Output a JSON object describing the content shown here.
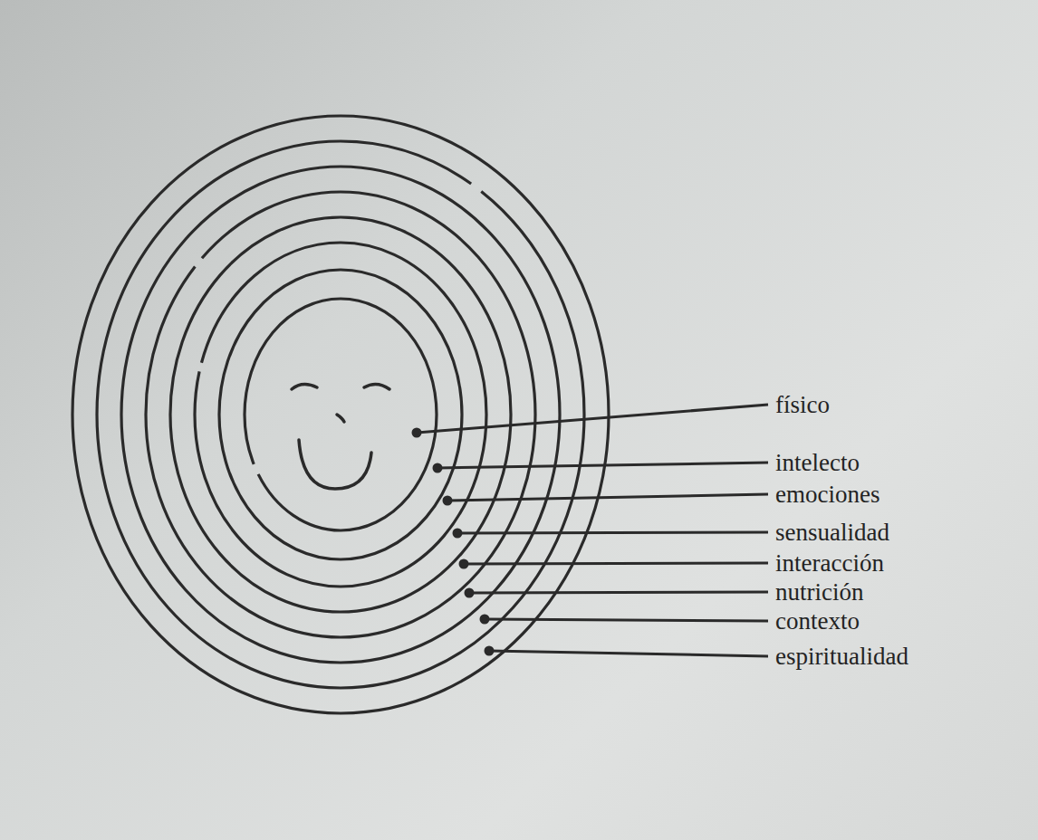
{
  "diagram": {
    "labels": [
      "físico",
      "intelecto",
      "emociones",
      "sensualidad",
      "interacción",
      "nutrición",
      "contexto",
      "espiritualidad"
    ]
  }
}
